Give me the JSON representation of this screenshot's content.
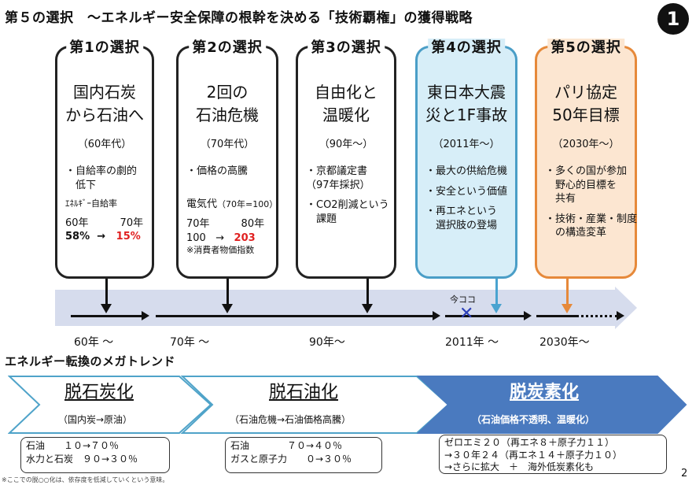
{
  "title": "第５の選択　～エネルギー安全保障の根幹を決める「技術覇権」の獲得戦略",
  "page_badge": "1",
  "cards": [
    {
      "head": "第1の選択",
      "topic": "国内石炭\nから石油へ",
      "era": "（60年代）",
      "lines": [
        "・自給率の劇的",
        "　低下"
      ],
      "sub_label": "ｴﾈﾙｷﾞｰ自給率",
      "year_a": "60年",
      "year_b": "70年",
      "val_a": "58%",
      "arrow": "→",
      "val_b": "15%"
    },
    {
      "head": "第2の選択",
      "topic": "2回の\n石油危機",
      "era": "（70年代）",
      "lines": [
        "・価格の高騰"
      ],
      "sub_label": "電気代",
      "sub_note": "（70年=100）",
      "year_a": "70年",
      "year_b": "80年",
      "val_a": "100",
      "arrow": "→",
      "val_b": "203",
      "footnote": "※消費者物価指数"
    },
    {
      "head": "第3の選択",
      "topic": "自由化と\n温暖化",
      "era": "（90年～）",
      "lines": [
        "・京都議定書",
        "（97年採択）",
        "",
        "・CO2削減という",
        "　課題"
      ]
    },
    {
      "head": "第4の選択",
      "topic": "東日本大震\n災と1F事故",
      "era": "（2011年～）",
      "lines": [
        "・最大の供給危機",
        "",
        "・安全という価値",
        "",
        "・再エネという",
        "　選択肢の登場"
      ]
    },
    {
      "head": "第5の選択",
      "topic": "パリ協定\n50年目標",
      "era": "（2030年～）",
      "lines": [
        "・多くの国が参加",
        "　野心的目標を",
        "　共有",
        "",
        "・技術・産業・制度",
        "　の構造変革"
      ]
    }
  ],
  "timeline": {
    "now_label": "今ココ",
    "labels": [
      "60年 ～",
      "70年 ～",
      "90年～",
      "2011年 ～",
      "2030年～"
    ]
  },
  "megatrend": {
    "title": "エネルギー転換のメガトレンド",
    "stages": [
      {
        "title": "脱石炭化",
        "sub": "（国内炭→原油）"
      },
      {
        "title": "脱石油化",
        "sub": "（石油危機→石油価格高騰）"
      },
      {
        "title": "脱炭素化",
        "sub": "（石油価格不透明、温暖化）"
      }
    ],
    "boxes": [
      [
        "石油　　１０→７０％",
        "水力と石炭　９０→３０％"
      ],
      [
        "石油　　　　７０→４０％",
        "ガスと原子力　　０→３０％"
      ],
      [
        "ゼロエミ２０（再エネ８＋原子力１１）",
        "→３０年２４（再エネ１４＋原子力１０）",
        "→さらに拡大　＋　海外低炭素化も"
      ]
    ],
    "colors": {
      "stage3_fill": "#4a7abf",
      "outline": "#4fa3c9"
    }
  },
  "footnote": "※ここでの脱○○化は、依存度を低減していくという意味。",
  "page_number": "2"
}
